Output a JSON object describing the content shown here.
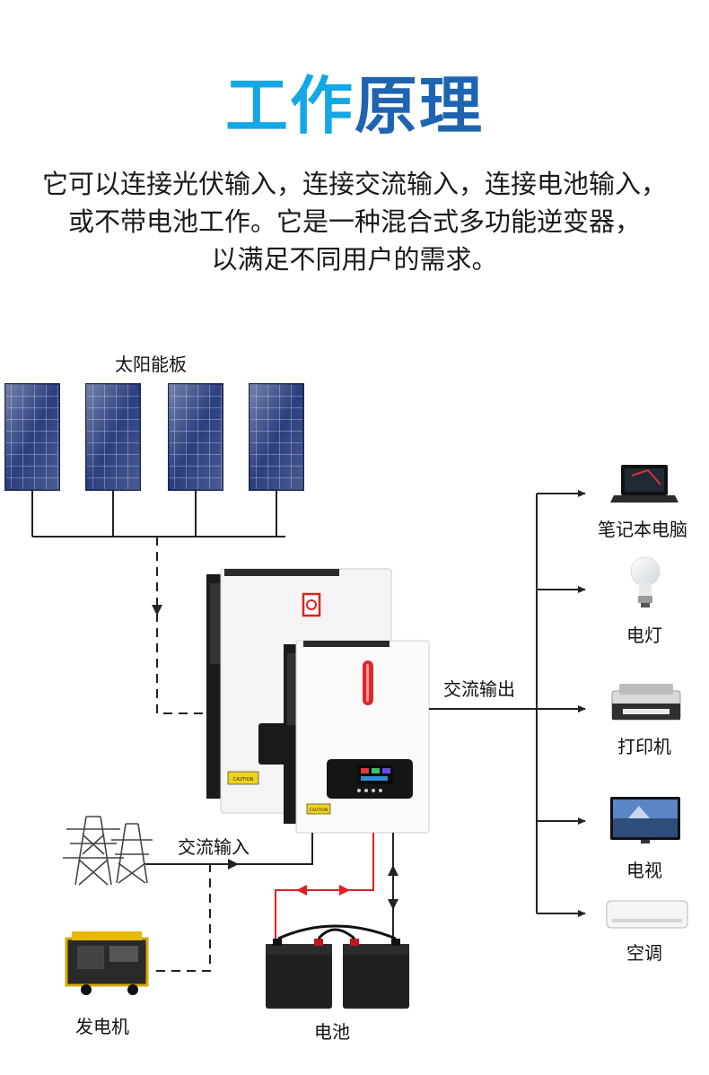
{
  "title": {
    "part1": "工作",
    "part2": "原理"
  },
  "description": {
    "line1": "它可以连接光伏输入，连接交流输入，连接电池输入，",
    "line2": "或不带电池工作。它是一种混合式多功能逆变器，",
    "line3": "以满足不同用户的需求。"
  },
  "labels": {
    "solar": "太阳能板",
    "ac_output": "交流输出",
    "ac_input": "交流输入",
    "generator": "发电机",
    "battery": "电池"
  },
  "loads": [
    {
      "label": "笔记本电脑",
      "icon": "laptop-icon"
    },
    {
      "label": "电灯",
      "icon": "light-bulb-icon"
    },
    {
      "label": "打印机",
      "icon": "printer-icon"
    },
    {
      "label": "电视",
      "icon": "tv-icon"
    },
    {
      "label": "空调",
      "icon": "air-conditioner-icon"
    }
  ],
  "inverter": {
    "warning_text": "CAUTION"
  },
  "colors": {
    "title_light": "#13a7e6",
    "title_dark": "#1e64b0",
    "battery_line": "#e02020",
    "line": "#222222"
  }
}
